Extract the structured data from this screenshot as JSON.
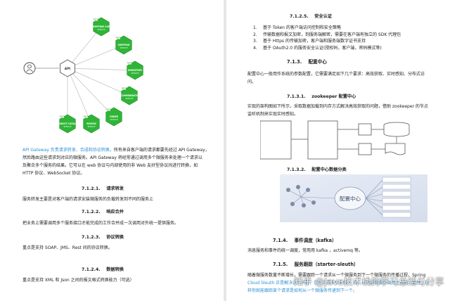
{
  "left": {
    "diagram": {
      "gateway_label": "API",
      "services": [
        {
          "name": "SHOPPING CART",
          "sub": "SERVICE"
        },
        {
          "name": "SHIPPING",
          "sub": "SERVICE"
        },
        {
          "name": "INVENTORY",
          "sub": "SERVICE"
        },
        {
          "name": "RECOMMENDATION",
          "sub": "SERVICE"
        },
        {
          "name": "ORDER",
          "sub": "SERVICE"
        },
        {
          "name": "REVIEW",
          "sub": "SERVICE"
        },
        {
          "name": "PRODUCT CATALOG",
          "sub": "SERVICE"
        }
      ],
      "node_tag": "REST"
    },
    "intro_lines": [
      {
        "blue": "API Gateway 负责请求转发、合成和协议转换。",
        "rest": "所有来自客户端的请求都要先经过 API Gateway，"
      },
      {
        "blue": "",
        "rest": "然后路由这些请求到对应的微服务。API Gateway 将经常通过调用多个微服务来处理一个请求以"
      },
      {
        "blue": "",
        "rest": "及聚合多个服务的结果。它可以在 web 协议与内部使用的非 Web 友好型协议间进行转换，如"
      },
      {
        "blue": "",
        "rest": "HTTP 协议、WebSocket 协议。"
      }
    ],
    "s1_num": "7.1.2.1.",
    "s1_title": "请求转发",
    "s1_body": "服务转发主要是对客户端的请求安装微服务的负载转发到不同的服务上",
    "s2_num": "7.1.2.2.",
    "s2_title": "响应合并",
    "s2_body": "把业务上需要调用多个服务接口才能完成的工作合并成一次调用对外统一提供服务。",
    "s3_num": "7.1.2.3.",
    "s3_title": "协议转换",
    "s3_body": "重点是支持 SOAP、JMS、Rest 间的协议转换。",
    "s4_num": "7.1.2.4.",
    "s4_title": "数据转换",
    "s4_body": "重点是支持 XML 和 Json 之间的报文格式转换能力（可选）"
  },
  "right": {
    "sec_a_num": "7.1.2.5.",
    "sec_a_title": "安全认证",
    "list": [
      {
        "n": "1.",
        "t": "基于 Token 的客户端访问控制和安全策略"
      },
      {
        "n": "2.",
        "t": "传输数据和报文加密，到服务端解密，需要在客户端有独立的 SDK 代理包"
      },
      {
        "n": "3.",
        "t": "基于 Https 的传输加密，客户端和服务端数字证书支持"
      },
      {
        "n": "4.",
        "t": "基于 OAuth2.0 的服务安全认证(授权码，客户端，密码模式等)"
      }
    ],
    "sec_b_num": "7.1.3.",
    "sec_b_title": "配置中心",
    "sec_b_body_1": "配置中心一般用作系统的参数配置，它需要满足如下几个要求：高效获取、实时感知、分布式访",
    "sec_b_body_2": "问。",
    "sec_c_num": "7.1.3.1.",
    "sec_c_title": "zookeeper 配置中心",
    "sec_c_body_1": "实现的架构图如下所示，采取数据加载到内存方式解决高效获取的问题，借助 zookeeper 的节点",
    "sec_c_body_2": "监听机制来实现实时感知。",
    "sec_d_num": "7.1.3.2.",
    "sec_d_title": "配置中心数据分类",
    "config_center_label": "配置中心",
    "sec_e_num": "7.1.4.",
    "sec_e_title": "事件调度（kafka）",
    "sec_e_body": "消息服务和事件的统一调度，常用用 kafka ，activemq 等。",
    "sec_f_num": "7.1.5.",
    "sec_f_title": "服务跟踪（starter-sleuth）",
    "sec_f_body_1": "随着微服务数量不断增长，需要跟踪一个请求从一个微服务到下一个微服务的传播过程，Spring",
    "sec_f_body_2_blue": "Cloud Sleuth 正是解决这个问题，它在日志中引入唯一 ID，以保证微服务调用之间的一致性，这",
    "sec_f_body_3_blue": "样你就能跟踪某个请求是如何从一个微服务传递到下一个。",
    "watermark": "知乎 @Java技术栈的学习总结与分享"
  }
}
